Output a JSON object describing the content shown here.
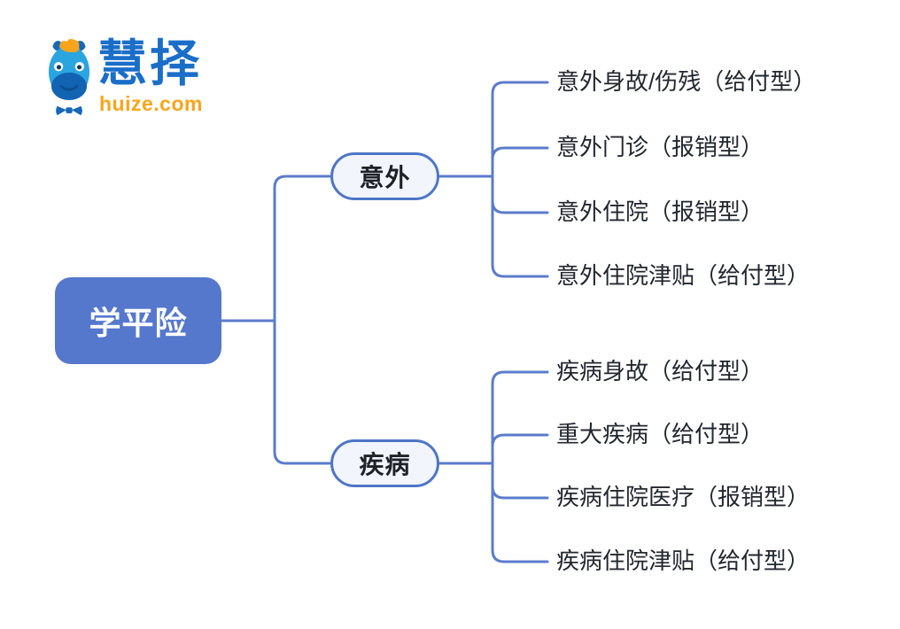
{
  "brand": {
    "name": "慧择",
    "domain": "huize.com",
    "logo_icon": "horse-mascot-icon",
    "name_color": "#1A6EC8",
    "domain_color": "#F9A51B"
  },
  "mindmap": {
    "type": "mindmap-diagram",
    "root": {
      "label": "学平险"
    },
    "branches": [
      {
        "label": "意外",
        "children": [
          {
            "label": "意外身故/伤残（给付型）"
          },
          {
            "label": "意外门诊（报销型）"
          },
          {
            "label": "意外住院（报销型）"
          },
          {
            "label": "意外住院津贴（给付型）"
          }
        ]
      },
      {
        "label": "疾病",
        "children": [
          {
            "label": "疾病身故（给付型）"
          },
          {
            "label": "重大疾病（给付型）"
          },
          {
            "label": "疾病住院医疗（报销型）"
          },
          {
            "label": "疾病住院津贴（给付型）"
          }
        ]
      }
    ],
    "colors": {
      "root_fill": "#5578CD",
      "root_text": "#FFFFFF",
      "connector": "#5B7CCB",
      "branch_fill": "#F2F5FC",
      "branch_border": "#4E76C6",
      "leaf_text": "#23272E"
    }
  }
}
